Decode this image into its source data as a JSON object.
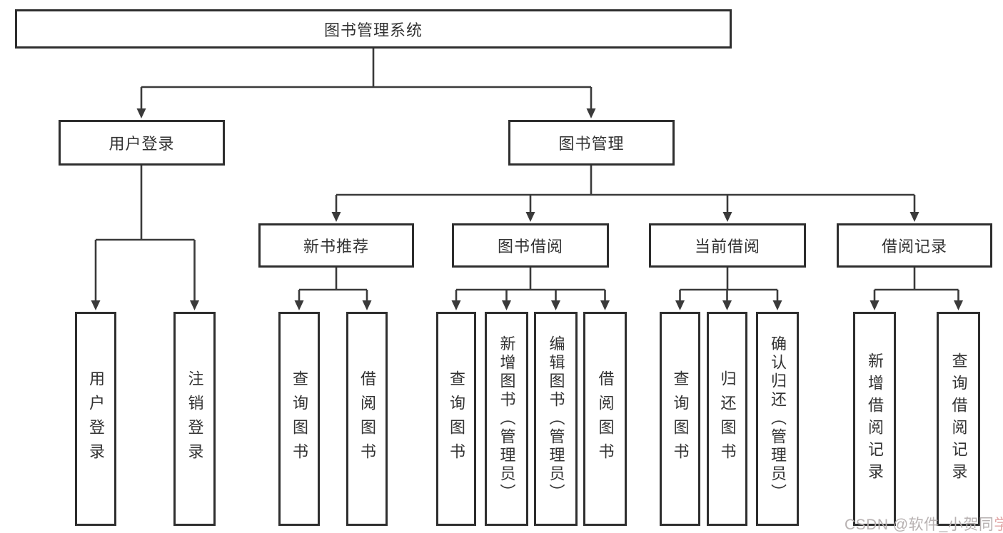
{
  "nodes": {
    "root": {
      "label": "图书管理系统"
    },
    "level2": [
      {
        "label": "用户登录"
      },
      {
        "label": "图书管理"
      }
    ],
    "level3": [
      {
        "label": "新书推荐"
      },
      {
        "label": "图书借阅"
      },
      {
        "label": "当前借阅"
      },
      {
        "label": "借阅记录"
      }
    ],
    "leaves": [
      {
        "label": "用户登录"
      },
      {
        "label": "注销登录"
      },
      {
        "label": "查询图书"
      },
      {
        "label": "借阅图书"
      },
      {
        "label": "查询图书"
      },
      {
        "label": "新增图书（管理员）"
      },
      {
        "label": "编辑图书（管理员）"
      },
      {
        "label": "借阅图书"
      },
      {
        "label": "查询图书"
      },
      {
        "label": "归还图书"
      },
      {
        "label": "确认归还（管理员）"
      },
      {
        "label": "新增借阅记录"
      },
      {
        "label": "查询借阅记录"
      }
    ]
  },
  "watermark": {
    "text": "CSDN @软件_小贺同",
    "tail": "学"
  },
  "colors": {
    "line": "#3a3a3a",
    "text": "#333333",
    "watermark": "#b7b1b1",
    "watermark_tail": "#e2a9a9"
  }
}
